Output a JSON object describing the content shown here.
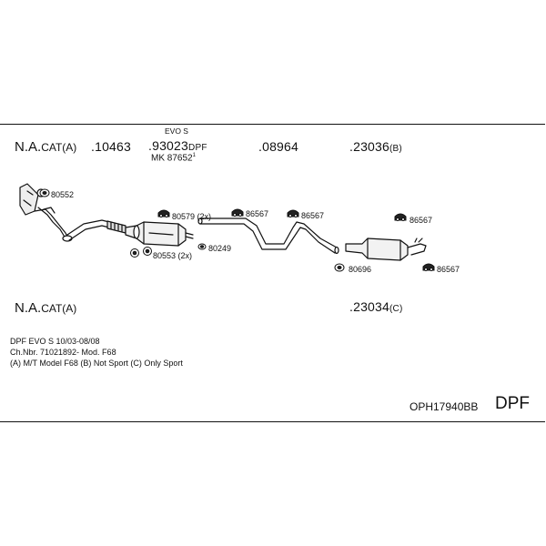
{
  "header_row": {
    "variant_a": "N.A.",
    "variant_a_suffix": "CAT(A)",
    "part_1": ".10463",
    "part_2_note": "EVO S",
    "part_2": ".93023",
    "part_2_suffix": "DPF",
    "part_2_sub": "MK 87652",
    "part_2_sub_sup": "1",
    "part_3": ".08964",
    "part_4": ".23036",
    "part_4_suffix": "(B)"
  },
  "second_row": {
    "variant_b": "N.A.",
    "variant_b_suffix": "CAT(A)",
    "part_5": ".23034",
    "part_5_suffix": "(C)"
  },
  "callouts": {
    "c80552": "80552",
    "c80579": "80579 (2x)",
    "c86567a": "86567",
    "c86567b": "86567",
    "c86567c": "86567",
    "c86567d": "86567",
    "c80249": "80249",
    "c80553": "80553 (2x)",
    "c80696": "80696"
  },
  "notes": {
    "line1": "DPF EVO S   10/03-08/08",
    "line2": "Ch.Nbr. 71021892-   Mod. F68",
    "line3": "(A) M/T Model F68 (B) Not Sport (C) Only Sport"
  },
  "footer": {
    "code": "OPH17940BB",
    "badge": "DPF"
  }
}
